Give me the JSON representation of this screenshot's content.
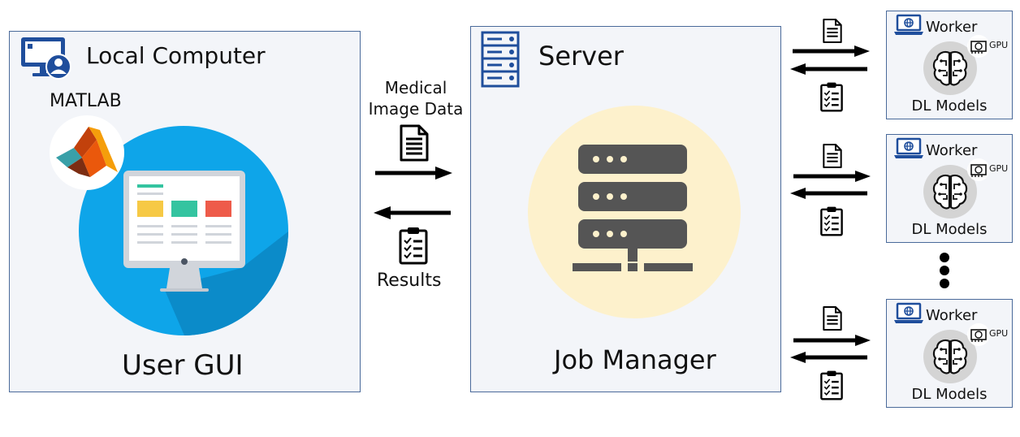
{
  "local": {
    "title": "Local Computer",
    "app": "MATLAB",
    "gui": "User GUI"
  },
  "transfer": {
    "data_line1": "Medical",
    "data_line2": "Image Data",
    "results": "Results"
  },
  "server": {
    "title": "Server",
    "job": "Job Manager"
  },
  "workers": [
    {
      "title": "Worker",
      "gpu": "GPU",
      "models": "DL Models"
    },
    {
      "title": "Worker",
      "gpu": "GPU",
      "models": "DL Models"
    },
    {
      "title": "Worker",
      "gpu": "GPU",
      "models": "DL Models"
    }
  ],
  "colors": {
    "border": "#4a6a9a",
    "panel": "#f3f5f9",
    "gui_circle": "#0ea5e9",
    "server_circle": "#fdf1cc",
    "server_icon": "#555555",
    "icon_blue": "#1f4e9c"
  }
}
